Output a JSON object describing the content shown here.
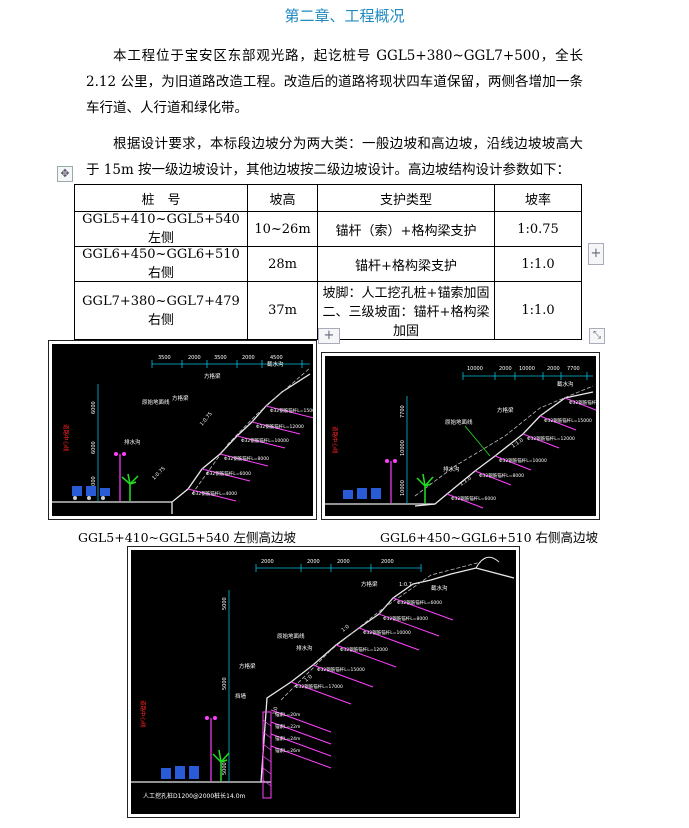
{
  "heading": "第二章、工程概况",
  "paragraphs": [
    "本工程位于宝安区东部观光路，起讫桩号 GGL5+380~GGL7+500，全长 2.12 公里，为旧道路改造工程。改造后的道路将现状四车道保留，两侧各增加一条车行道、人行道和绿化带。",
    "根据设计要求，本标段边坡分为两大类：一般边坡和高边坡，沿线边坡坡高大于 15m 按一级边坡设计，其他边坡按二级边坡设计。高边坡结构设计参数如下："
  ],
  "table": {
    "headers": [
      "桩　号",
      "坡高",
      "支护类型",
      "坡率"
    ],
    "rows": [
      {
        "station": "GGL5+410~GGL5+540 左侧",
        "height": "10~26m",
        "support": [
          "锚杆（索）+格构梁支护"
        ],
        "ratio": "1:0.75"
      },
      {
        "station": "GGL6+450~GGL6+510 右侧",
        "height": "28m",
        "support": [
          "锚杆+格构梁支护"
        ],
        "ratio": "1:1.0"
      },
      {
        "station": "GGL7+380~GGL7+479 右侧",
        "height": "37m",
        "support": [
          "坡脚：人工挖孔桩+锚索加固",
          "二、三级坡面：锚杆+格构梁加固"
        ],
        "ratio": "1:1.0"
      }
    ]
  },
  "editor_controls": {
    "move": "✥",
    "add": "+",
    "resize": "⤡"
  },
  "captions": [
    "GGL5+410~GGL5+540 左侧高边坡",
    "GGL6+450~GGL6+510 右侧高边坡"
  ],
  "drawing_labels": {
    "fig1": {
      "top_dims": [
        "3500",
        "2000",
        "3500",
        "2000",
        "4500"
      ],
      "side_dims": [
        "6000",
        "6000",
        "4000"
      ],
      "slope_ratios": [
        "1:0.75",
        "1:0.75"
      ],
      "notes": [
        "截水沟",
        "方格梁",
        "原始地面线",
        "方格梁",
        "排水沟",
        "道路中心线"
      ],
      "anchors": [
        "Φ32钢筋锚杆L=15000",
        "Φ32钢筋锚杆L=12000",
        "Φ32钢筋锚杆L=10000",
        "Φ32钢筋锚杆L=8000",
        "Φ32钢筋锚杆L=6000",
        "Φ32钢筋锚杆L=4000"
      ]
    },
    "fig2": {
      "top_dims": [
        "10000",
        "2000",
        "10000",
        "2000",
        "7700"
      ],
      "side_dims": [
        "7700",
        "10000",
        "10000"
      ],
      "slope_ratios": [
        "1:1.0",
        "1:1.0"
      ],
      "notes": [
        "截水沟",
        "方格梁",
        "原始地面线",
        "排水沟",
        "道路中心线"
      ],
      "anchors": [
        "Φ32钢筋锚杆L=17000",
        "Φ32钢筋锚杆L=15000",
        "Φ32钢筋锚杆L=12000",
        "Φ32钢筋锚杆L=10000",
        "Φ32钢筋锚杆L=8000",
        "Φ32钢筋锚杆L=6000"
      ]
    },
    "fig3": {
      "top_dims": [
        "2000",
        "2000",
        "2000",
        "2000"
      ],
      "side_dims": [
        "5000",
        "5000",
        "5000"
      ],
      "slope_ratios": [
        "1:0.7",
        "1:0",
        "1:0",
        "1:0"
      ],
      "notes": [
        "截水沟",
        "方格梁",
        "原始地面线",
        "排水沟",
        "方格梁",
        "挡墙",
        "道路中心线"
      ],
      "pile": "人工挖孔桩D1200@2000桩长14.0m",
      "anchors": [
        "Φ32钢筋锚杆L=6000",
        "Φ32钢筋锚杆L=8000",
        "Φ32钢筋锚杆L=10000",
        "Φ32钢筋锚杆L=12000",
        "Φ32钢筋锚杆L=15000",
        "Φ32钢筋锚杆L=17000",
        "锚索L=20m",
        "锚索L=22m",
        "锚索L=24m",
        "锚索L=26m"
      ]
    }
  }
}
